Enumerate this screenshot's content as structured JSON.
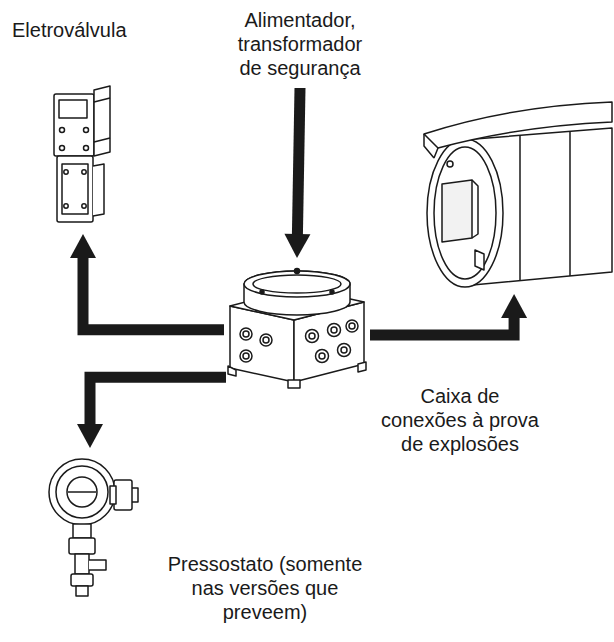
{
  "diagram": {
    "nodes": [
      {
        "text": [
          "Alimentador, transformador de segurança"
        ]
      },
      {
        "text": [
          "Eletroválvula"
        ]
      },
      {
        "text": [
          "Caixa de conexões à prova de explosões"
        ]
      },
      {
        "text": []
      },
      {
        "text": [
          "Pressostato (somente nas versões que preveem)"
        ]
      }
    ],
    "edges": [
      {
        "from": 0,
        "to": 2,
        "arrow": "to"
      },
      {
        "from": 2,
        "to": 1,
        "arrow": "to"
      },
      {
        "from": 2,
        "to": 3,
        "arrow": "to"
      },
      {
        "from": 2,
        "to": 4,
        "arrow": "to"
      }
    ]
  }
}
